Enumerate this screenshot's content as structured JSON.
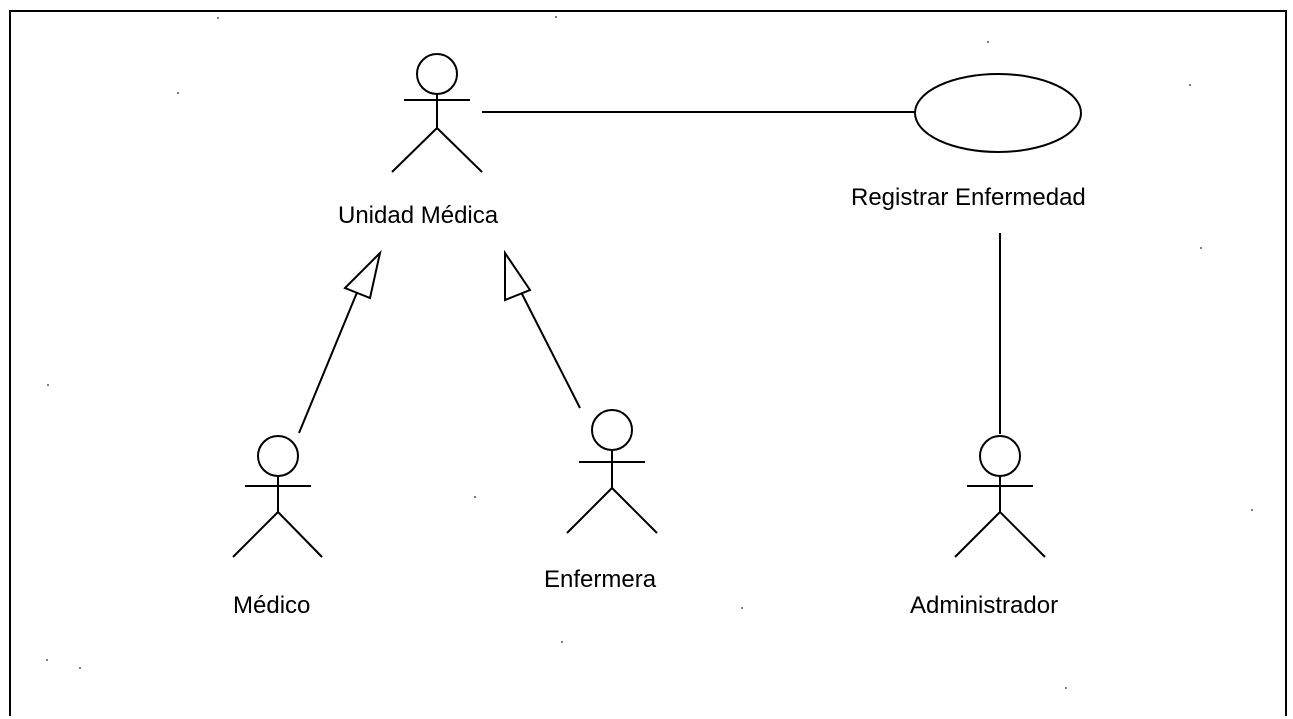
{
  "diagram": {
    "type": "use-case",
    "actors": {
      "unidad_medica": "Unidad Médica",
      "medico": "Médico",
      "enfermera": "Enfermera",
      "administrador": "Administrador"
    },
    "use_cases": {
      "registrar_enfermedad": "Registrar Enfermedad"
    },
    "relationships": [
      {
        "kind": "association",
        "from": "Unidad Médica",
        "to": "Registrar Enfermedad"
      },
      {
        "kind": "association",
        "from": "Administrador",
        "to": "Registrar Enfermedad"
      },
      {
        "kind": "generalization",
        "from": "Médico",
        "to": "Unidad Médica"
      },
      {
        "kind": "generalization",
        "from": "Enfermera",
        "to": "Unidad Médica"
      }
    ],
    "colors": {
      "stroke": "#000000",
      "background": "#ffffff"
    }
  }
}
